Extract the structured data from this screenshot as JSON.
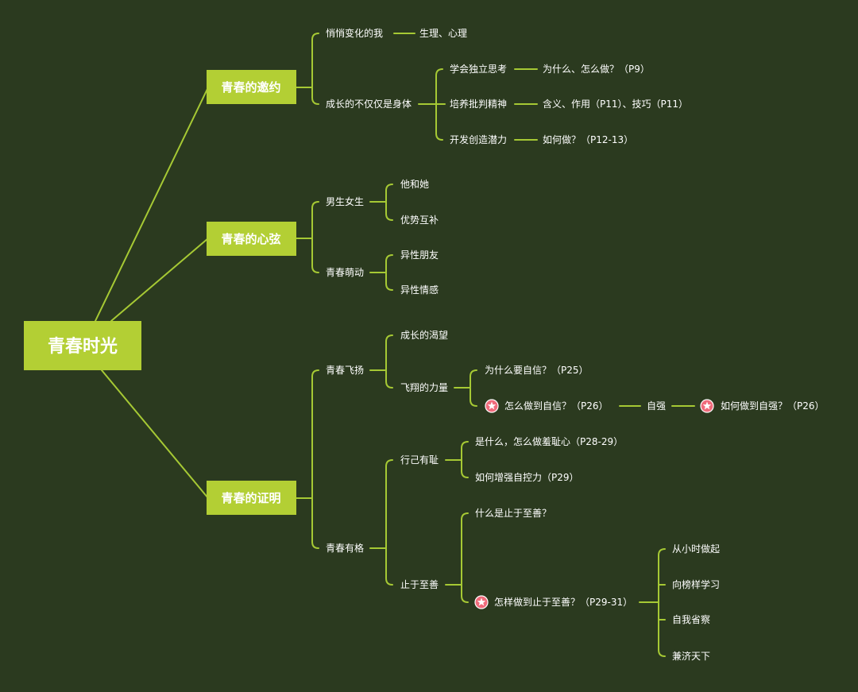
{
  "colors": {
    "background": "#2b3a1f",
    "node_fill": "#b3cf34",
    "line": "#a6c934",
    "text": "#ffffff",
    "star": "#f06b7b"
  },
  "root": "青春时光",
  "sections": {
    "yaoyue": {
      "title": "青春的邀约",
      "qiaoqiao": "悄悄变化的我",
      "shengli": "生理、心理",
      "chengzhang": "成长的不仅仅是身体",
      "xuehui": "学会独立思考",
      "xuehui_ans": "为什么、怎么做？（P9）",
      "peiyang": "培养批判精神",
      "peiyang_ans": "含义、作用（P11）、技巧（P11）",
      "kaifa": "开发创造潜力",
      "kaifa_ans": "如何做？（P12-13）"
    },
    "xinxian": {
      "title": "青春的心弦",
      "nansheng": "男生女生",
      "tahe": "他和她",
      "youshi": "优势互补",
      "mengdong": "青春萌动",
      "pengyou": "异性朋友",
      "qinggan": "异性情感"
    },
    "zhengming": {
      "title": "青春的证明",
      "feiyang": "青春飞扬",
      "kewang": "成长的渴望",
      "liliang": "飞翔的力量",
      "weishenme": "为什么要自信？（P25）",
      "zenme": "怎么做到自信？（P26）",
      "ziqiang": "自强",
      "ruhe": "如何做到自强？（P26）",
      "yuouge": "青春有格",
      "xingji": "行己有耻",
      "shishenme": "是什么，怎么做羞耻心（P28-29）",
      "zengqiang": "如何增强自控力（P29）",
      "zhiyu": "止于至善",
      "shenme_zhishan": "什么是止于至善？",
      "zenyang": "怎样做到止于至善？（P29-31）",
      "xiaoshi": "从小时做起",
      "bangyang": "向榜样学习",
      "xingcha": "自我省察",
      "jianji": "兼济天下"
    }
  }
}
